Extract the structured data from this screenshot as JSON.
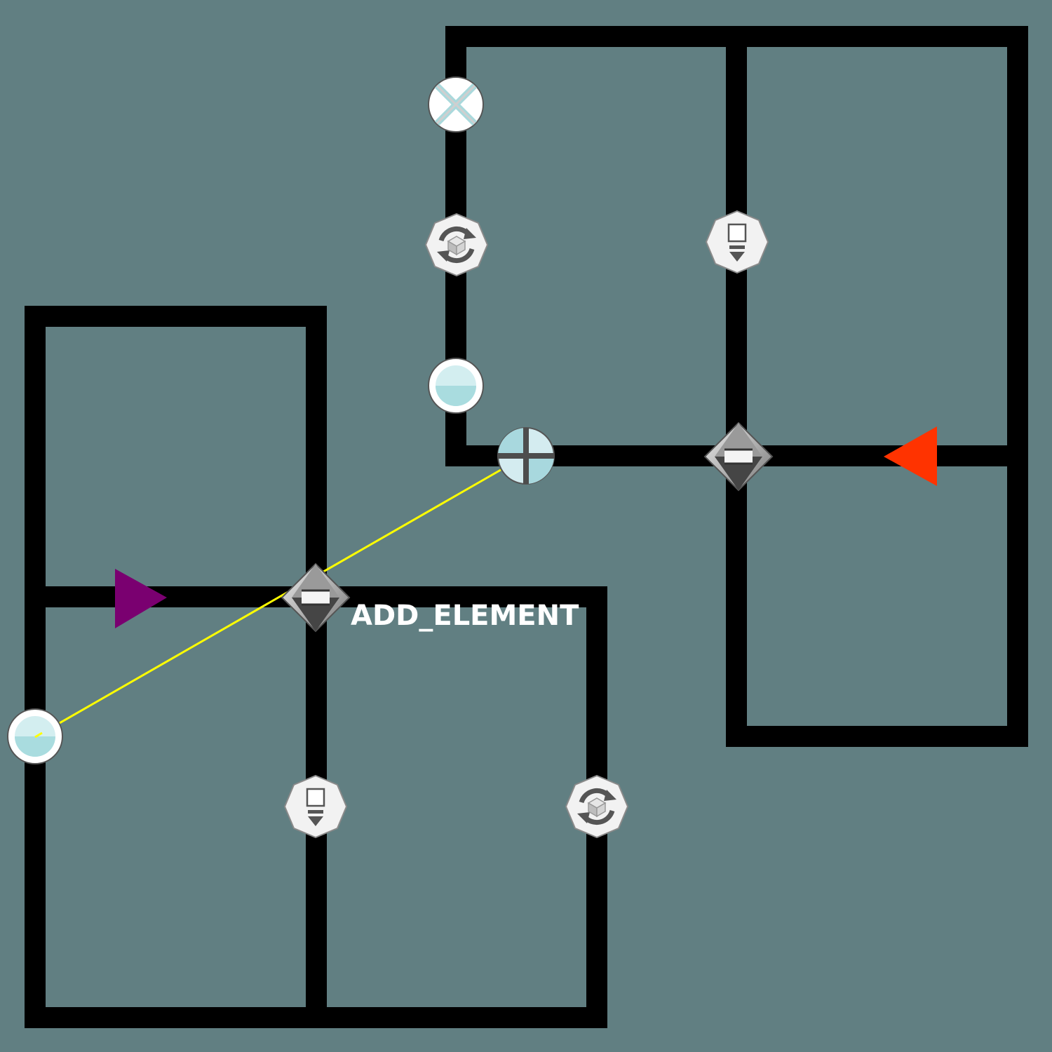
{
  "board": {
    "background": "#617f82",
    "wall_color": "#000000",
    "link_color": "#ffff00"
  },
  "annotation": {
    "label": "ADD_ELEMENT"
  },
  "markers": {
    "player": {
      "icon": "triangle-right-icon",
      "color": "#7a0070"
    },
    "goal": {
      "icon": "triangle-left-icon",
      "color": "#ff3300"
    }
  },
  "nodes": [
    {
      "name": "cross-junction-node",
      "icon": "x-junction-icon"
    },
    {
      "name": "rotate-node-top",
      "icon": "rotate-cube-icon"
    },
    {
      "name": "half-fill-node-top",
      "icon": "half-circle-icon"
    },
    {
      "name": "plus-junction-node",
      "icon": "plus-junction-icon"
    },
    {
      "name": "down-arrow-node-top",
      "icon": "down-arrow-block-icon"
    },
    {
      "name": "diamond-node-top",
      "icon": "diamond-switch-icon"
    },
    {
      "name": "diamond-node-bottom",
      "icon": "diamond-switch-icon"
    },
    {
      "name": "half-fill-node-left",
      "icon": "half-circle-icon"
    },
    {
      "name": "down-arrow-node-bottom",
      "icon": "down-arrow-block-icon"
    },
    {
      "name": "rotate-node-bottom",
      "icon": "rotate-cube-icon"
    }
  ]
}
